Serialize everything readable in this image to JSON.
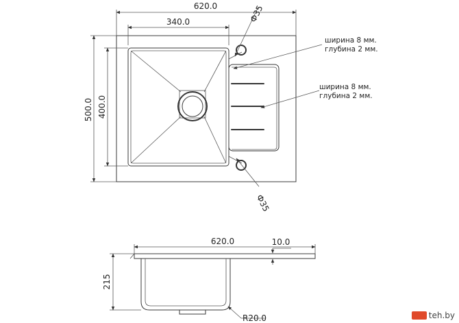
{
  "dimensions": {
    "overall_width": "620.0",
    "bowl_width": "340.0",
    "overall_height": "500.0",
    "bowl_height": "400.0",
    "hole_top": "Ф35",
    "hole_bottom": "Ф35",
    "side_width": "620.0",
    "rim_thickness": "10.0",
    "depth": "215",
    "radius": "R20.0"
  },
  "notes": {
    "upper": {
      "line1": "ширина 8 мм.",
      "line2": "глубина 2 мм."
    },
    "lower": {
      "line1": "ширина 8 мм.",
      "line2": "глубина 2 мм."
    }
  },
  "watermark": {
    "text": "teh.by"
  }
}
